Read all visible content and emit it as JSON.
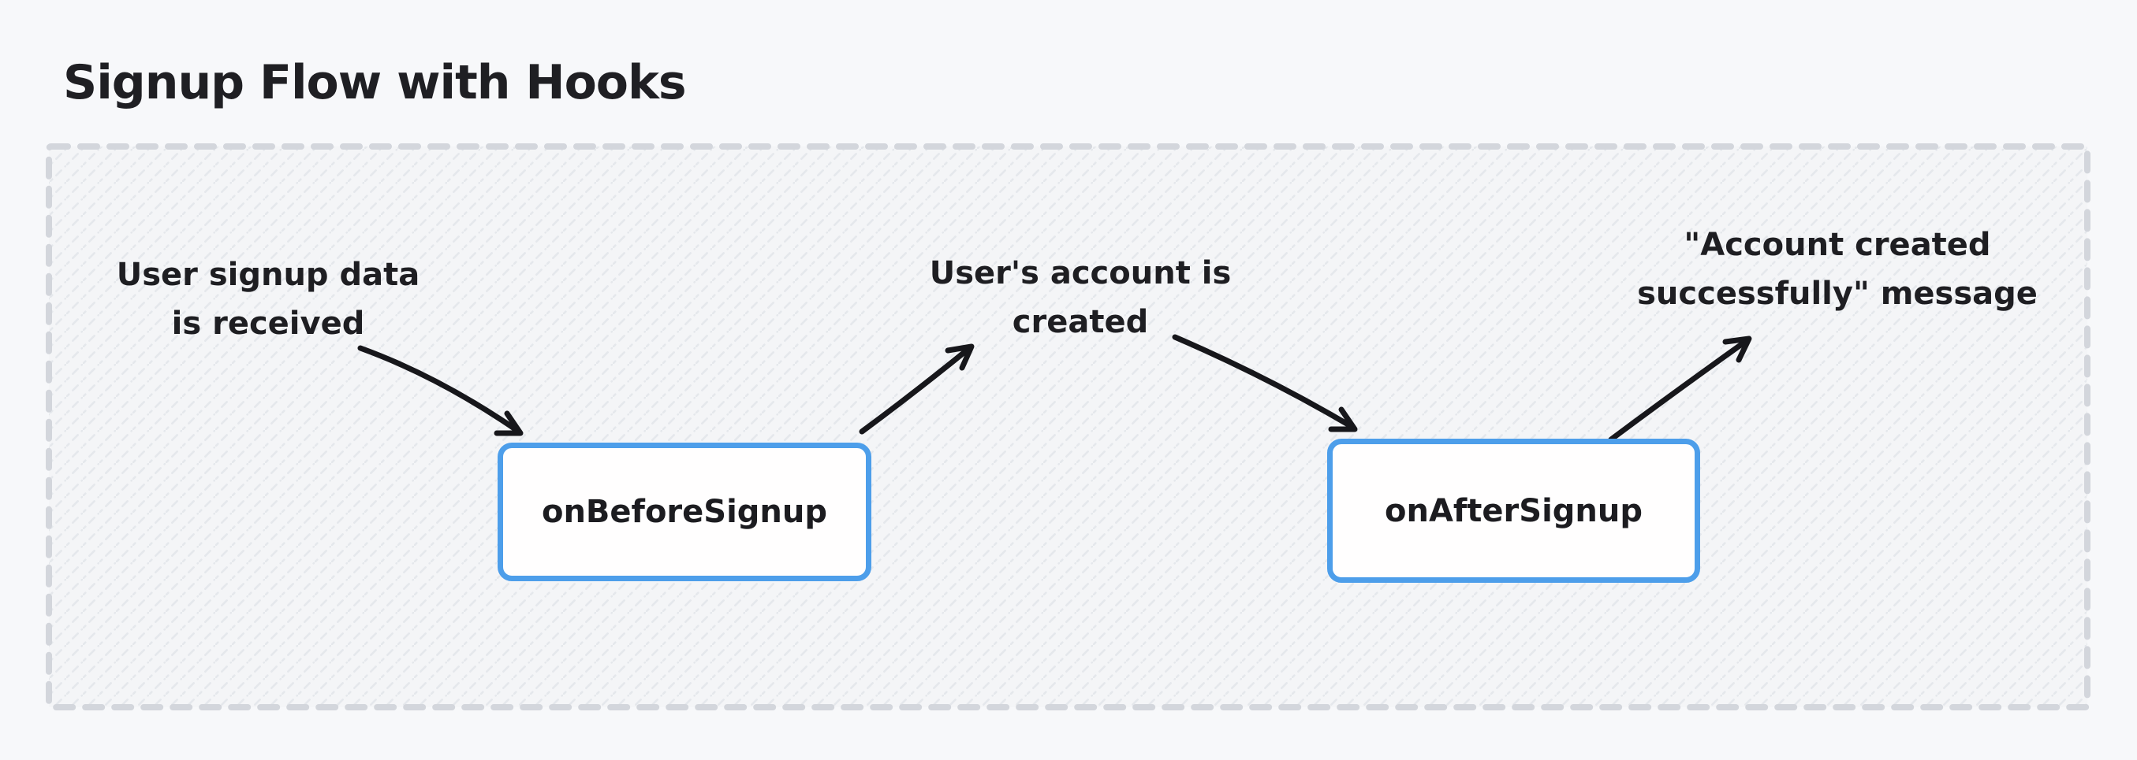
{
  "title": "Signup Flow with Hooks",
  "diagram": {
    "labels": {
      "input": {
        "line1": "User signup data",
        "line2": "is received"
      },
      "account": {
        "line1": "User's account is",
        "line2": "created"
      },
      "message": {
        "line1": "\"Account created",
        "line2": "successfully\" message"
      }
    },
    "nodes": {
      "before_hook": "onBeforeSignup",
      "after_hook": "onAfterSignup"
    },
    "colors": {
      "node_border": "#4d9eea",
      "node_fill": "#fffefe",
      "arrow": "#17171b",
      "text": "#1e1e22",
      "container_dash": "#d3d6dc",
      "container_fill": "#f4f5f7",
      "hatch_line": "#e5e8ec",
      "page_background": "#f7f8fa"
    }
  }
}
